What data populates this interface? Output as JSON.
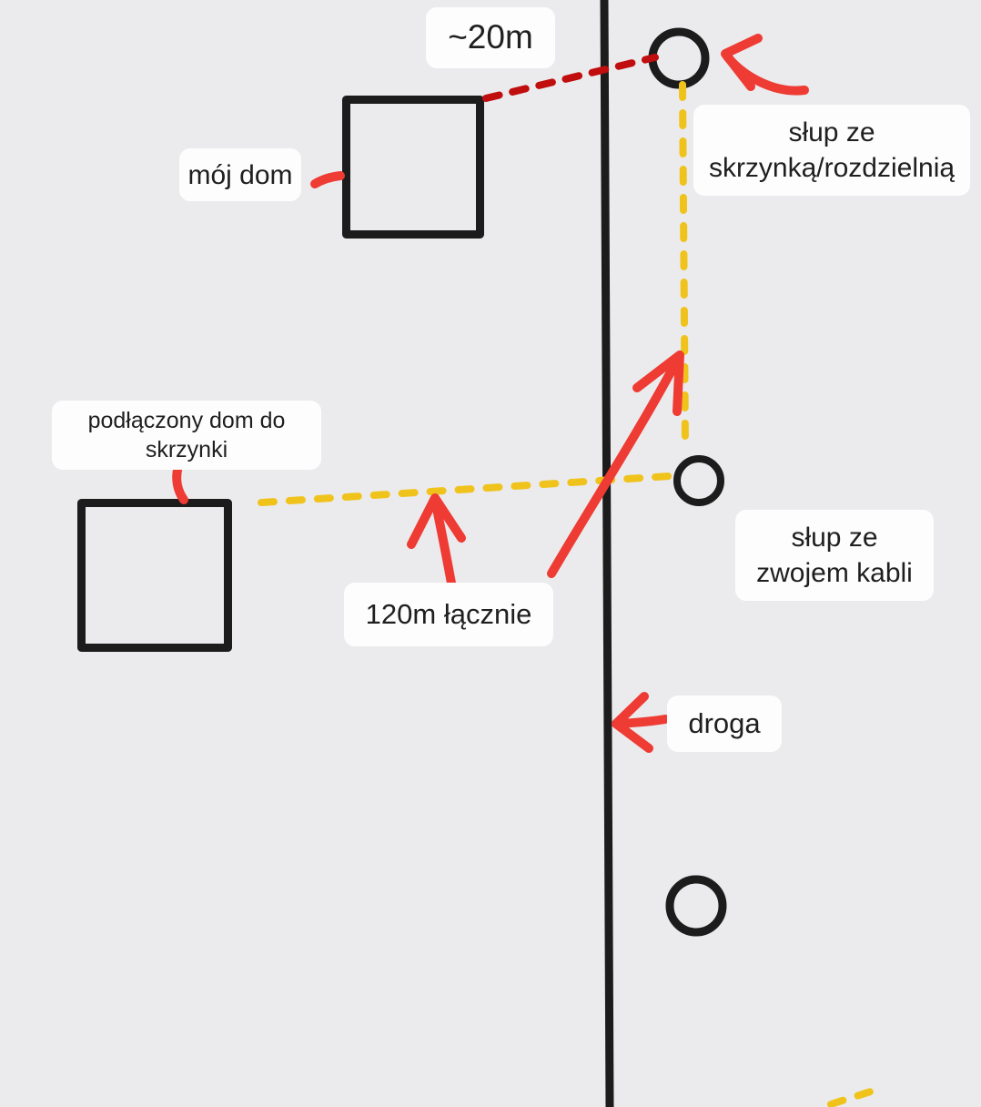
{
  "labels": {
    "distance_top": "~20m",
    "pole_with_distribution_box": "słup ze\nskrzynką/rozdzielnią",
    "my_house": "mój dom",
    "connected_house": "podłączony dom do\nskrzynki",
    "total_cable_length": "120m łącznie",
    "pole_with_cable_coil": "słup ze\nzwojem kabli",
    "road": "droga"
  },
  "colors": {
    "background": "#ebebed",
    "ink": "#1c1c1c",
    "red_marker": "#ee3b33",
    "dark_red_dashed": "#c00d0d",
    "yellow_dashed": "#f0c31c",
    "label_background": "#fdfdfd",
    "text": "#1f1f1f"
  },
  "diagram": {
    "type": "hand-drawn sketch",
    "elements": {
      "houses": [
        "my house (top left square)",
        "connected house (bottom left square)"
      ],
      "poles": [
        "top pole with distribution box",
        "middle pole with cable coil",
        "bottom pole"
      ],
      "road": "vertical line",
      "red_dashed_connection": "~20m from my house to top pole",
      "yellow_dashed_connection": "120m total from connected house to middle pole and up to top pole"
    }
  }
}
